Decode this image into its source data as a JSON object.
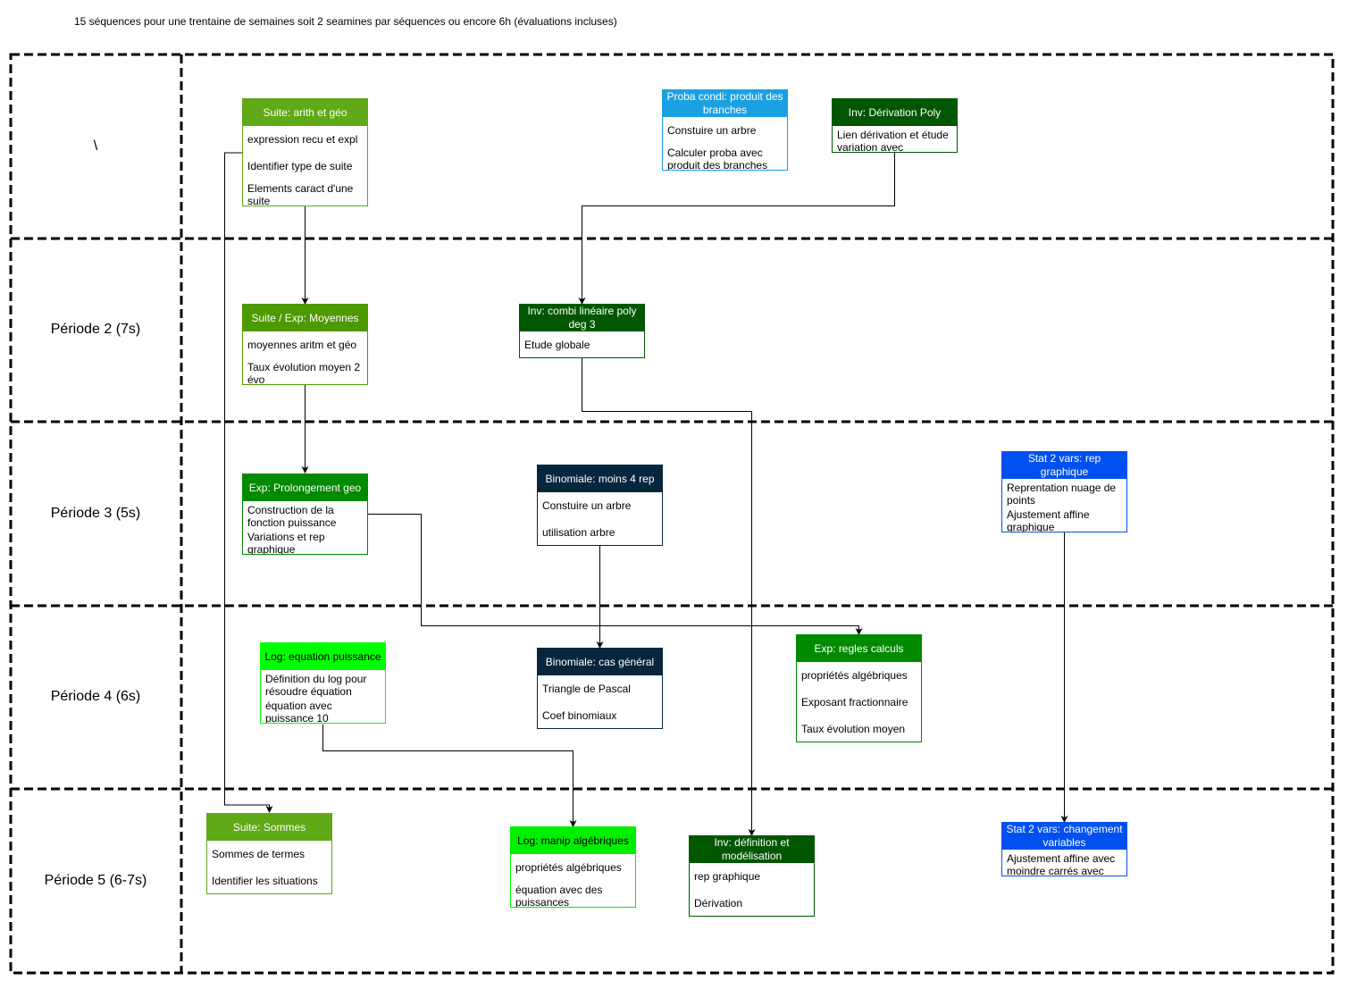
{
  "caption": "15 séquences pour une trentaine de semaines soit 2 seamines par séquences ou encore 6h (évaluations incluses)",
  "periods": [
    "\\",
    "Période 2 (7s)",
    "Période 3 (5s)",
    "Période 4 (6s)",
    "Période 5 (6-7s)"
  ],
  "colors": {
    "suite": "#60A917",
    "suite_exp": "#4D9900",
    "exp": "#008A00",
    "inv": "#005700",
    "proba": "#1BA1E2",
    "binom": "#06263D",
    "stat": "#0050EF",
    "log": "#00FF00",
    "log_alt": "#00EE00"
  },
  "cards": {
    "suite_arith": {
      "title": "Suite: arith et géo",
      "items": [
        "expression recu et expl",
        "Identifier type de suite",
        "Elements caract d'une suite"
      ]
    },
    "proba_condi": {
      "title": "Proba condi: produit des branches",
      "items": [
        "Constuire un arbre",
        "Calculer proba avec produit des branches"
      ]
    },
    "inv_derivation": {
      "title": "Inv: Dérivation Poly",
      "items": [
        "Lien dérivation et étude variation avec"
      ]
    },
    "suite_moyennes": {
      "title": "Suite / Exp: Moyennes",
      "items": [
        "moyennes aritm et géo",
        "Taux évolution moyen 2 évo"
      ]
    },
    "inv_combi": {
      "title": "Inv: combi linéaire poly deg 3",
      "items": [
        "Etude globale"
      ]
    },
    "exp_prolongement": {
      "title": "Exp: Prolongement geo",
      "items": [
        "Construction de la fonction puissance",
        "Variations et rep graphique"
      ]
    },
    "binom_moins4": {
      "title": "Binomiale: moins 4 rep",
      "items": [
        "Constuire un arbre",
        "utilisation arbre"
      ]
    },
    "stat_rep": {
      "title": "Stat 2 vars: rep graphique",
      "items": [
        "Reprentation nuage de points",
        "Ajustement affine graphique"
      ]
    },
    "log_equation": {
      "title": "Log: equation puissance",
      "items": [
        "Définition du log pour résoudre équation",
        "équation avec puissance 10"
      ]
    },
    "binom_general": {
      "title": "Binomiale: cas général",
      "items": [
        "Triangle de Pascal",
        "Coef binomiaux"
      ]
    },
    "exp_regles": {
      "title": "Exp: regles calculs",
      "items": [
        "propriétés algébriques",
        "Exposant fractionnaire",
        "Taux évolution moyen"
      ]
    },
    "suite_sommes": {
      "title": "Suite: Sommes",
      "items": [
        "Sommes de termes",
        "Identifier les situations"
      ]
    },
    "log_manip": {
      "title": "Log: manip algébriques",
      "items": [
        "propriétés algébriques",
        "équation avec des puissances"
      ]
    },
    "inv_definition": {
      "title": "Inv: définition et modélisation",
      "items": [
        "rep graphique",
        "Dérivation"
      ]
    },
    "stat_changement": {
      "title": "Stat 2 vars: changement variables",
      "items": [
        "Ajustement affine avec moindre carrés avec"
      ]
    }
  }
}
